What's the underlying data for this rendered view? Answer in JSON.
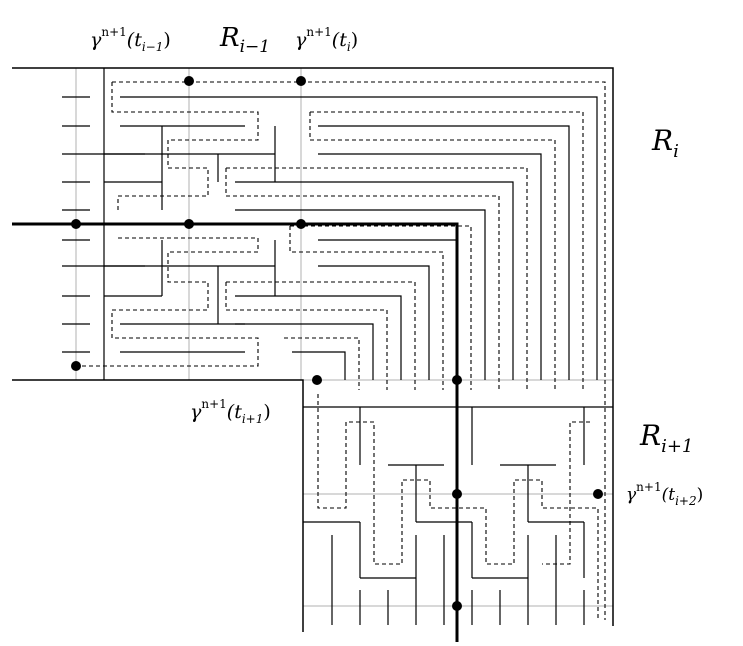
{
  "labels": {
    "r_i_minus_1": {
      "base": "R",
      "sub": "i−1"
    },
    "r_i": {
      "base": "R",
      "sub": "i"
    },
    "r_i_plus_1": {
      "base": "R",
      "sub": "i+1"
    },
    "gamma_t_i_minus_1": {
      "fn": "γ",
      "sup": "n+1",
      "open": "(t",
      "sub": "i−1",
      "close": ")"
    },
    "gamma_t_i": {
      "fn": "γ",
      "sup": "n+1",
      "open": "(t",
      "sub": "i",
      "close": ")"
    },
    "gamma_t_i_plus_1": {
      "fn": "γ",
      "sup": "n+1",
      "open": "(t",
      "sub": "i+1",
      "close": ")"
    },
    "gamma_t_i_plus_2": {
      "fn": "γ",
      "sup": "n+1",
      "open": "(t",
      "sub": "i+2",
      "close": ")"
    }
  },
  "colors": {
    "stroke": "#000000",
    "grid": "#b0b0b0",
    "background": "#ffffff"
  }
}
